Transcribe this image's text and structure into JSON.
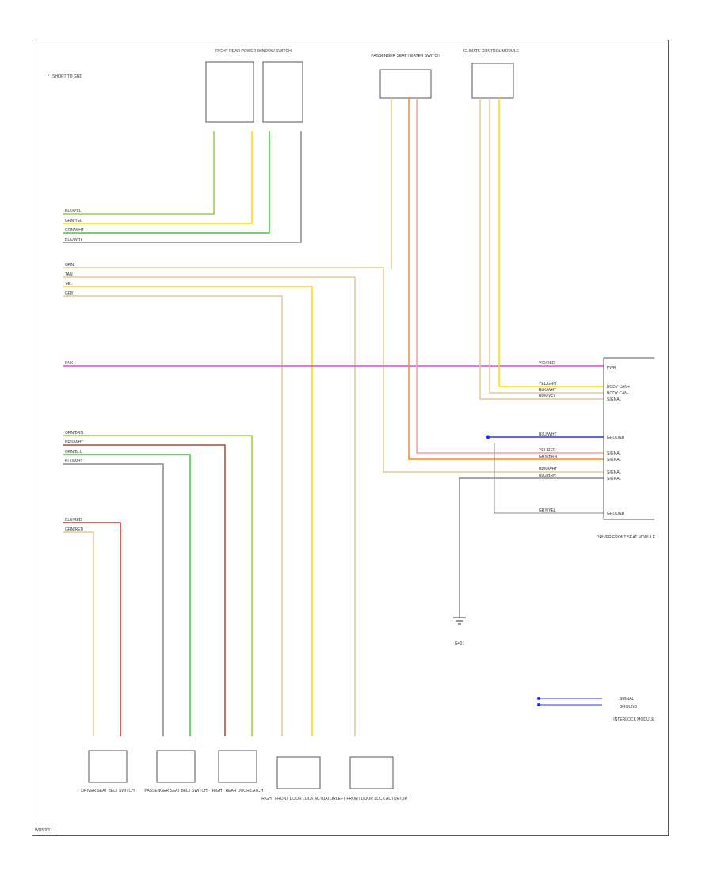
{
  "legend_text": "* : SHORT TO GND",
  "footer_code": "WD50011",
  "colors": {
    "yellow": "#ffd900",
    "orange": "#ff8c1a",
    "green": "#33cc33",
    "red": "#ee2222",
    "blue": "#2233ff",
    "pink": "#ff33ff",
    "tan": "#e6c896",
    "brown": "#a0522d",
    "gray": "#888888",
    "black": "#222222"
  },
  "components": {
    "rear_window_switch": "RIGHT REAR POWER WINDOW SWITCH",
    "passenger_seat_heater": "PASSENGER SEAT HEATER SWITCH",
    "climate_module": "CLIMATE CONTROL MODULE",
    "main_module": "DRIVER FRONT SEAT MODULE",
    "ground": "G401",
    "seat_belt_driver": "DRIVER SEAT BELT SWITCH",
    "seat_belt_passenger": "PASSENGER SEAT BELT SWITCH",
    "door_latch": "RIGHT REAR DOOR LATCH",
    "right_front_lock": "RIGHT FRONT DOOR LOCK ACTUATOR",
    "left_front_lock": "LEFT FRONT DOOR LOCK ACTUATOR",
    "interlock": "INTERLOCK MODULE"
  },
  "left_wire_labels": {
    "group1": [
      "BLU/YEL",
      "GRN/YEL",
      "GRN/WHT",
      "BLK/WHT"
    ],
    "group2": [
      "GRN",
      "TAN",
      "YEL",
      "GRY"
    ],
    "group3": [
      "PNK"
    ],
    "group4": [
      "ORN/BRN",
      "BRN/WHT",
      "GRN/BLU",
      "BLU/WHT"
    ],
    "group5": [
      "BLK/RED",
      "GRN/RED"
    ]
  },
  "right_wire_labels": {
    "pink": "VIO/RED",
    "upper": [
      "YEL/GRN",
      "BLK/WHT",
      "BRN/YEL"
    ],
    "blue": "BLU/WHT",
    "lower": [
      "YEL/RED",
      "GRN/BRN",
      "BRN/WHT",
      "BLU/BRN"
    ],
    "gray": "GRY/YEL"
  },
  "module_pins": [
    "PWR",
    "BODY CAN+",
    "BODY CAN-",
    "SIGNAL",
    "GROUND",
    "SIGNAL",
    "SIGNAL",
    "SIGNAL",
    "SIGNAL",
    "GROUND"
  ],
  "interlock_labels": [
    "SIGNAL",
    "GROUND"
  ]
}
